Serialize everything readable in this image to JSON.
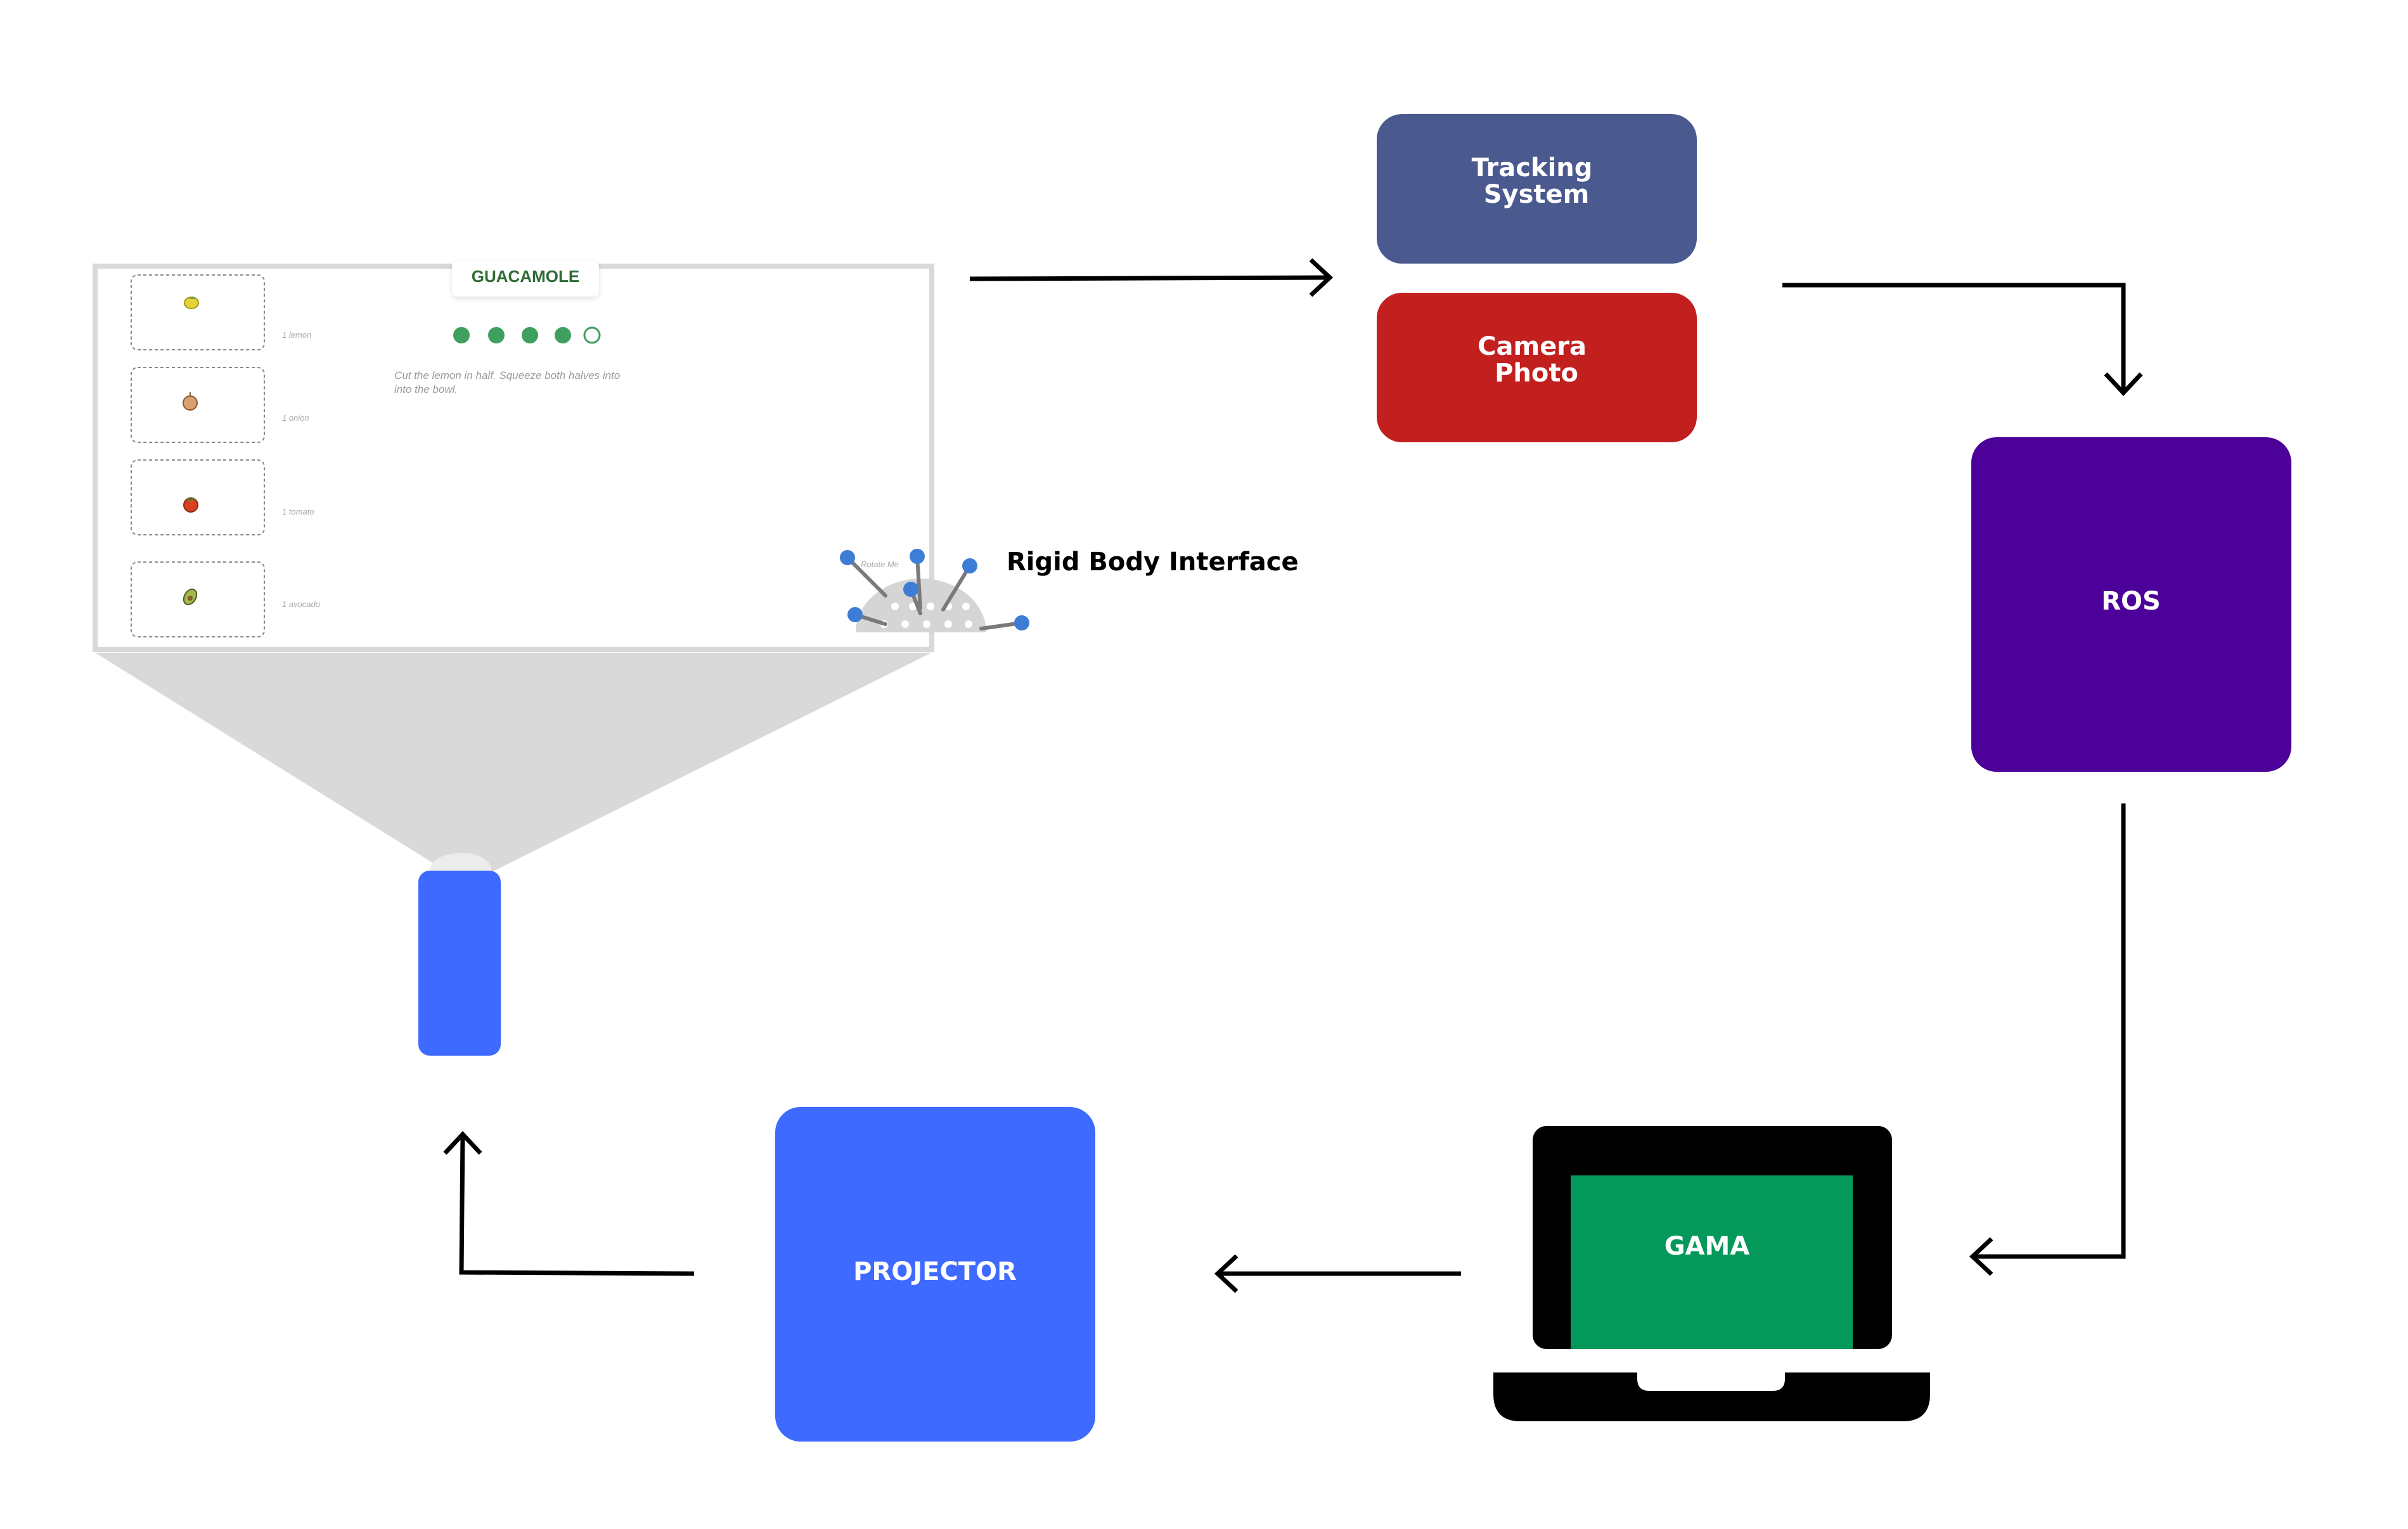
{
  "title": "GUACAMOLE",
  "step_dots": {
    "total": 5,
    "completed": 4
  },
  "instruction": {
    "line1": "Cut the lemon in half. Squeeze both halves into",
    "line2": "into the bowl."
  },
  "ingredients": [
    {
      "label": "1 lemon",
      "icon": "lemon-icon"
    },
    {
      "label": "1 onion",
      "icon": "onion-icon"
    },
    {
      "label": "1 tomato",
      "icon": "tomato-icon"
    },
    {
      "label": "1 avocado",
      "icon": "avocado-icon"
    }
  ],
  "rotate_label": "Rotate Me",
  "rigid_body_label": "Rigid Body Interface",
  "nodes": {
    "tracking": "Tracking\nSystem",
    "camera": "Camera\nPhoto",
    "ros": "ROS",
    "gama": "GAMA",
    "projector": "PROJECTOR"
  },
  "colors": {
    "tracking": "#4a5a8f",
    "camera": "#c21f1f",
    "ros": "#4c0199",
    "gama": "#04995a",
    "projector": "#3e6aff",
    "projector_device": "#3e6aff",
    "dot_green": "#3f9f5f",
    "marker_blue": "#3d7dd6",
    "title_green": "#2e6b35",
    "frame_gray": "#d9d9d9"
  }
}
